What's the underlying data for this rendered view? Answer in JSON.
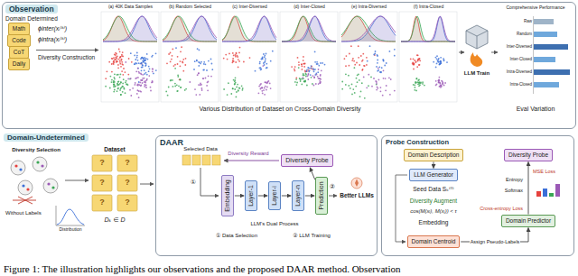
{
  "diagram": {
    "caption": "Figure 1: The illustration highlights our observations and the proposed DAAR method. Observation",
    "nodes": [
      {
        "text": [
          "Observation"
        ]
      },
      {
        "text": [
          "Math"
        ],
        "in": 0
      },
      {
        "text": [
          "Code"
        ],
        "in": 0
      },
      {
        "text": [
          "CoT"
        ],
        "in": 0
      },
      {
        "text": [
          "Daily"
        ],
        "in": 0
      },
      {
        "text": [
          "DAAR"
        ]
      },
      {
        "text": [
          "Diversity Probe"
        ],
        "in": 5
      },
      {
        "text": [
          "Embedding"
        ],
        "in": 5
      },
      {
        "text": [
          "Layer-1"
        ],
        "in": 5
      },
      {
        "text": [
          "Layer-i"
        ],
        "in": 5
      },
      {
        "text": [
          "Layer-n"
        ],
        "in": 5
      },
      {
        "text": [
          "Prediction"
        ],
        "in": 5
      },
      {
        "text": [
          "Probe Construction"
        ]
      },
      {
        "text": [
          "Domain Description"
        ],
        "in": 12
      },
      {
        "text": [
          "LLM Generator"
        ],
        "in": 12
      },
      {
        "text": [
          "Domain Centroid"
        ],
        "in": 12
      },
      {
        "text": [
          "Diversity Probe"
        ],
        "in": 12
      },
      {
        "text": [
          "Domain Predictor"
        ],
        "in": 12
      }
    ],
    "edges": [
      {
        "from": 7,
        "to": 8,
        "arrow": "to"
      },
      {
        "from": 8,
        "to": 9,
        "arrow": "to"
      },
      {
        "from": 9,
        "to": 10,
        "arrow": "to"
      },
      {
        "from": 10,
        "to": 11,
        "arrow": "to"
      },
      {
        "from": 11,
        "to": 6,
        "arrow": "to"
      },
      {
        "from": 13,
        "to": 14,
        "arrow": "to"
      },
      {
        "from": 15,
        "to": 17,
        "label": "Assign Pseudo-Labels",
        "arrow": "to"
      },
      {
        "from": 17,
        "to": 16,
        "arrow": "to"
      }
    ],
    "labels": [
      "Domain Determined",
      "ϕinter(xᵢ⁽ᵏ⁾)",
      "ϕintra(xᵢ⁽ᵏ⁾)",
      "Diversity Construction",
      "(a) 40K Data Samples",
      "(b) Random Selected",
      "(c) Inter-Diversed",
      "(d) Inter-Closed",
      "(e) Intra-Diversed",
      "(f) Intra-Closed",
      "Various Distribution of Dataset on Cross-Domain Diversity",
      "LLM Train",
      "Comprehensive Performance",
      "Raw",
      "Random",
      "Inter-Diversed",
      "Inter-Closed",
      "Intra-Diversed",
      "Intra-Closed",
      "Eval Variation",
      "Domain-Undetermined",
      "Diversity Selection",
      "Without Labels",
      "Distribution",
      "Dataset",
      "Dₖ ∈ D",
      "Selected Data",
      "Diversity Reward",
      "①",
      "②",
      "Better LLMs",
      "LLM's Dual Process",
      "① Data Selection",
      "② LLM Training",
      "Seed Data Sₖ⁽⁰⁾",
      "Diversity Augment",
      "cos(M(xᵢ), M(xⱼ)) < τ",
      "Embedding",
      "MSE Loss",
      "Softmax",
      "Entropy",
      "Cross-entropy Loss",
      "?",
      "?",
      "?",
      "?",
      "?",
      "?"
    ]
  }
}
